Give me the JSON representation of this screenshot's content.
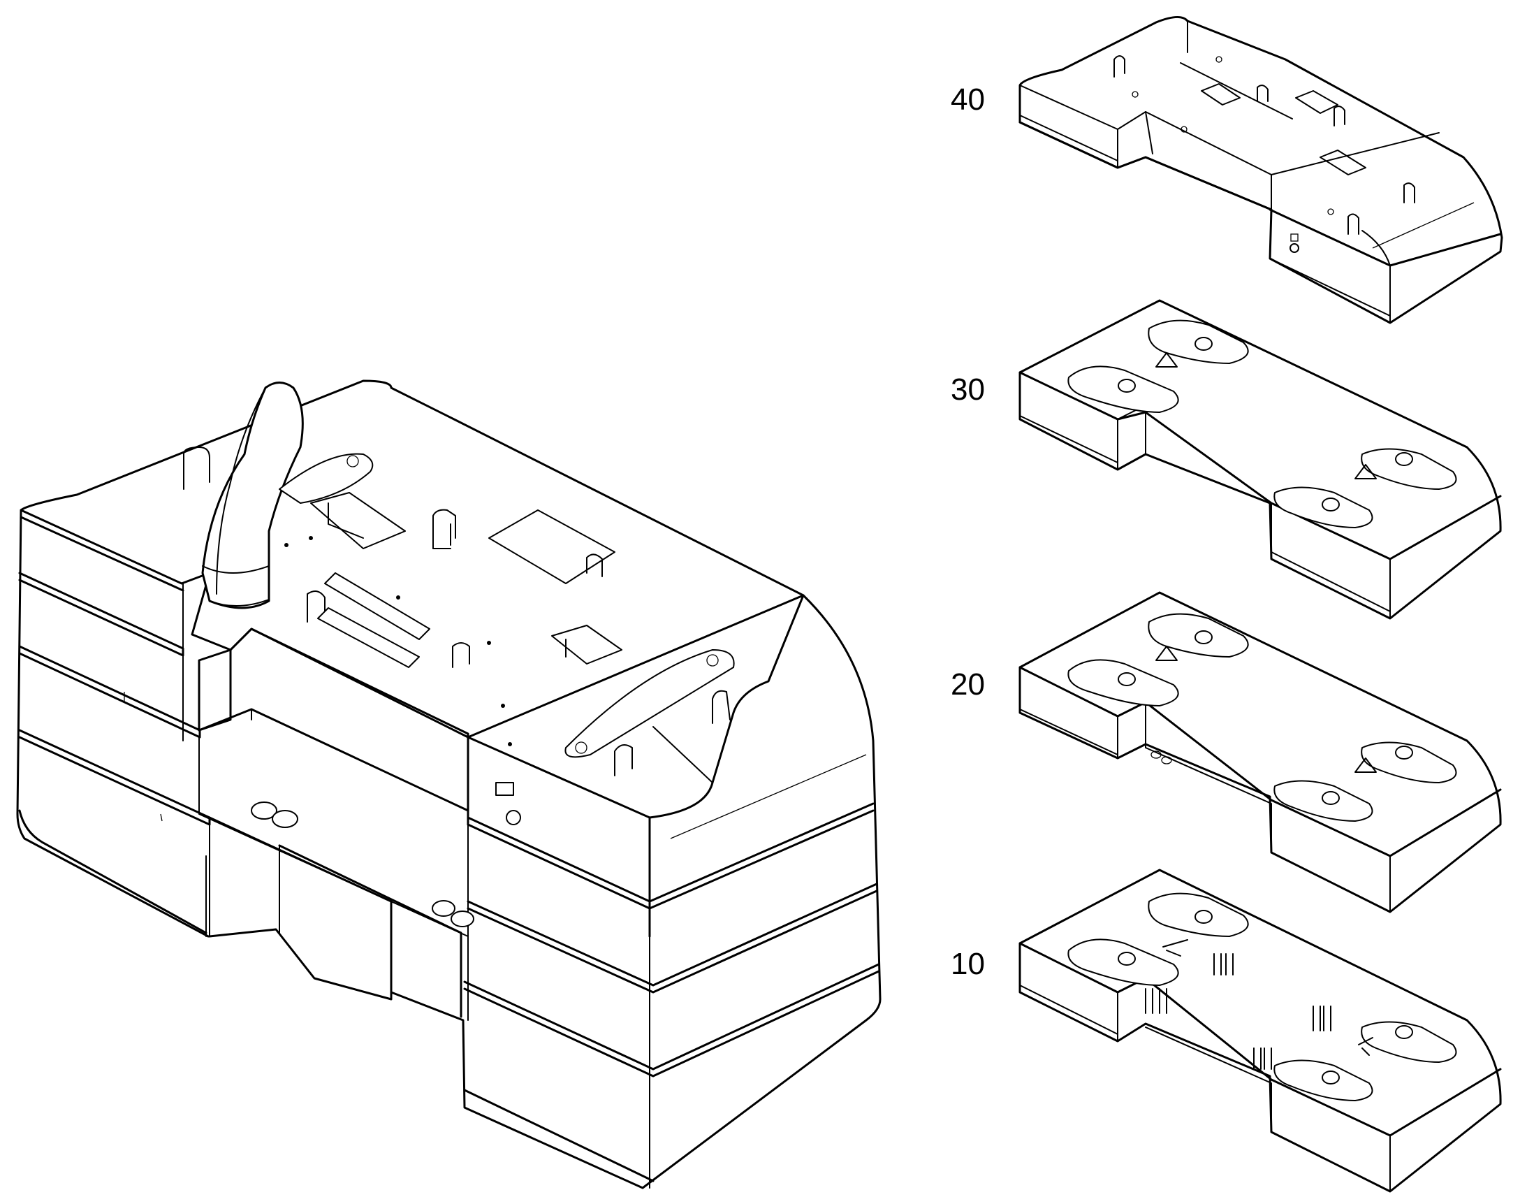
{
  "diagram": {
    "parts": [
      {
        "label": "40"
      },
      {
        "label": "30"
      },
      {
        "label": "20"
      },
      {
        "label": "10"
      }
    ],
    "line_color": "#000000",
    "background_color": "#ffffff"
  }
}
